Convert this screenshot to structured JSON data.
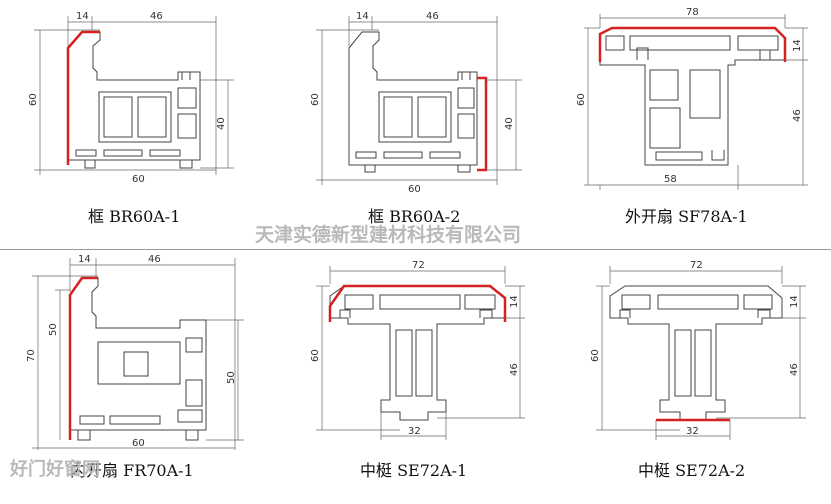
{
  "colors": {
    "outline": "#444444",
    "dimension": "#666666",
    "highlight": "#d42222",
    "watermark": "#b9b9b9"
  },
  "profiles": [
    {
      "id": "br60a-1",
      "caption": "框 BR60A-1",
      "dims": {
        "top_left": "14",
        "top_right": "46",
        "left": "60",
        "right": "40",
        "bottom": "60"
      }
    },
    {
      "id": "br60a-2",
      "caption": "框 BR60A-2",
      "dims": {
        "top_left": "14",
        "top_right": "46",
        "left": "60",
        "right": "40",
        "bottom": "60"
      }
    },
    {
      "id": "sf78a-1",
      "caption": "外开扇 SF78A-1",
      "dims": {
        "top": "78",
        "right_top": "14",
        "left": "60",
        "right": "46",
        "bottom": "58"
      }
    },
    {
      "id": "fr70a-1",
      "caption": "内开扇 FR70A-1",
      "dims": {
        "top_left": "14",
        "top_right": "46",
        "left_outer": "70",
        "left_inner": "50",
        "right": "50",
        "bottom": "60"
      }
    },
    {
      "id": "se72a-1",
      "caption": "中梃 SE72A-1",
      "dims": {
        "top": "72",
        "right_top": "14",
        "right": "46",
        "left": "60",
        "bottom": "32"
      }
    },
    {
      "id": "se72a-2",
      "caption": "中梃 SE72A-2",
      "dims": {
        "top": "72",
        "right_top": "14",
        "right": "46",
        "left": "60",
        "bottom": "32"
      }
    }
  ],
  "watermarks": {
    "company": "天津实德新型建材科技有限公司",
    "site": "好门好窗网"
  }
}
